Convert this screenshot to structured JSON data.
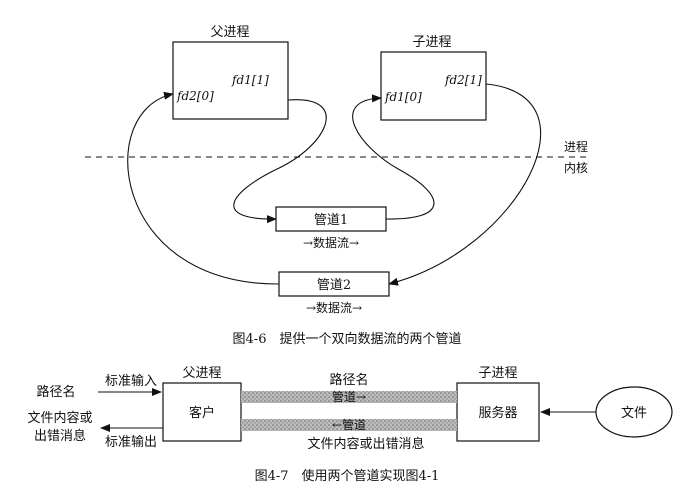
{
  "figure_4_6": {
    "parent_label": "父进程",
    "child_label": "子进程",
    "parent_fd_write": "fd1[1]",
    "parent_fd_read": "fd2[0]",
    "child_fd_write": "fd2[1]",
    "child_fd_read": "fd1[0]",
    "boundary_top": "进程",
    "boundary_bottom": "内核",
    "pipe1_label": "管道1",
    "pipe2_label": "管道2",
    "flow1_label": "→数据流→",
    "flow2_label": "→数据流→",
    "caption": "图4-6　提供一个双向数据流的两个管道"
  },
  "figure_4_7": {
    "parent_label": "父进程",
    "child_label": "子进程",
    "client_label": "客户",
    "server_label": "服务器",
    "file_label": "文件",
    "pathname_top": "路径名",
    "pipe_top_label": "管道→",
    "pipe_bottom_label": "←管道",
    "contents_label": "文件内容或出错消息",
    "left_input_title": "路径名",
    "stdin_label": "标准输入",
    "left_output_line1": "文件内容或",
    "left_output_line2": "出错消息",
    "stdout_label": "标准输出",
    "caption": "图4-7　使用两个管道实现图4-1"
  }
}
